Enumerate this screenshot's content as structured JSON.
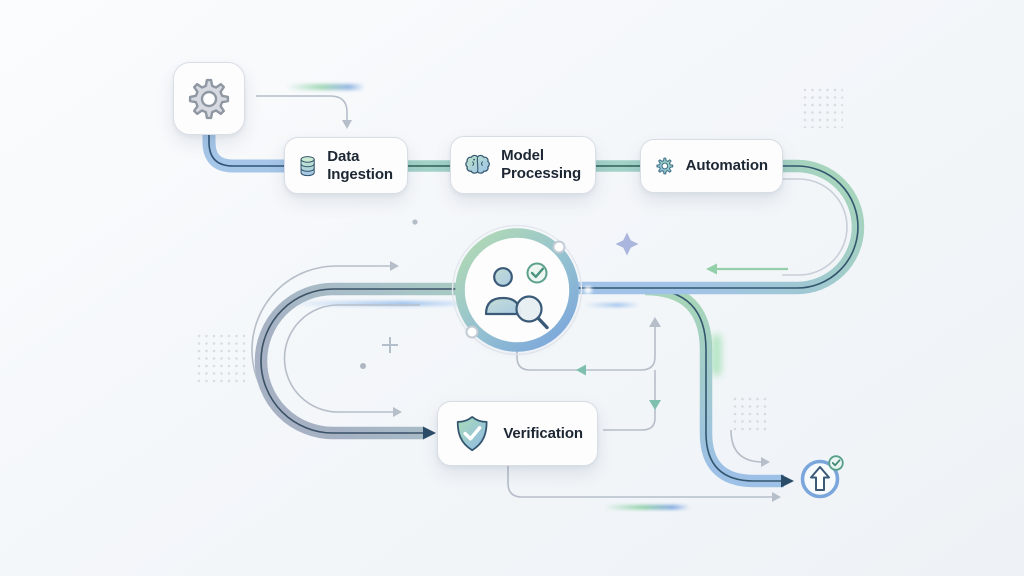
{
  "diagram": {
    "title_hint": "workflow-flow-diagram",
    "nodes": {
      "settings": {
        "icon": "gear-icon"
      },
      "data_ingestion": {
        "label": "Data Ingestion",
        "icon": "database-icon"
      },
      "model_processing": {
        "label": "Model Processing",
        "icon": "brain-icon"
      },
      "automation": {
        "label": "Automation",
        "icon": "gear-icon"
      },
      "review": {
        "icon": "user-review-icon"
      },
      "verification": {
        "label": "Verification",
        "icon": "shield-check-icon"
      },
      "upload": {
        "icon": "upload-check-icon"
      }
    },
    "colors": {
      "pipe_blue": "#a6c6e8",
      "pipe_teal": "#a2d1c8",
      "pipe_green": "#a4d4b6",
      "pipe_slate": "#a4b2c6",
      "pipe_center_line": "#33566e",
      "thin_line": "#b6bec9",
      "teal_arrow": "#7fbfae",
      "green_arrow": "#93cfa9",
      "dark_arrow": "#2b4c68",
      "card_border": "#d9dee5",
      "text": "#1c2733",
      "background": "#f4f7fa"
    }
  }
}
